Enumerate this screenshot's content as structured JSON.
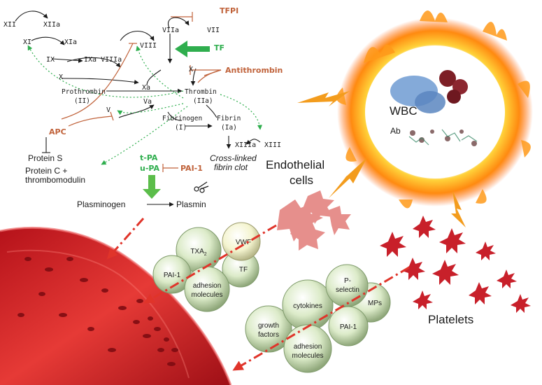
{
  "cascade": {
    "xii": "XII",
    "xiia": "XIIa",
    "xi": "XI",
    "xia": "XIa",
    "ix": "IX",
    "ixa_viiia": "IXa VIIIa",
    "viii": "VIII",
    "viia": "VIIa",
    "vii": "VII",
    "tfpi": "TFPI",
    "tf": "TF",
    "x_left": "X",
    "x_right": "X",
    "xa": "Xa",
    "antithrombin": "Antithrombin",
    "prothrombin": "Prothrombin",
    "ii": "(II)",
    "thrombin": "Thrombin",
    "iia": "(IIa)",
    "v": "V",
    "va": "Va",
    "fibrinogen": "Fibrinogen",
    "i": "(I)",
    "fibrin": "Fibrin",
    "ia": "(Ia)",
    "apc": "APC",
    "xiiia": "XIIIa",
    "xiii": "XIII",
    "protein_s": "Protein S",
    "protein_c": "Protein C +",
    "thrombomodulin": "thrombomodulin",
    "cross_linked": "Cross-linked",
    "fibrin_clot": "fibrin clot",
    "tpa": "t-PA",
    "upa": "u-PA",
    "pai1": "PAI-1",
    "plasminogen": "Plasminogen",
    "plasmin": "Plasmin"
  },
  "labels": {
    "wbc": "WBC",
    "ab": "Ab",
    "endothelial": "Endothelial",
    "cells": "cells",
    "platelets": "Platelets"
  },
  "endothelial_spheres": {
    "txa": "TXA",
    "txa_sub": "2",
    "vwf": "VWF",
    "pai1": "PAI-1",
    "tf": "TF",
    "adhesion": "adhesion",
    "molecules": "molecules"
  },
  "platelet_spheres": {
    "p": "P-",
    "selectin": "selectin",
    "cytokines": "cytokines",
    "mps": "MPs",
    "growth": "growth",
    "factors": "factors",
    "pai1": "PAI-1",
    "adhesion": "adhesion",
    "molecules": "molecules"
  },
  "colors": {
    "inhibitor": "#c0623a",
    "activator": "#2fae4e",
    "arrow_red": "#e0342a",
    "vessel": "#c81e1e",
    "sphere": "#cfe3b8"
  }
}
